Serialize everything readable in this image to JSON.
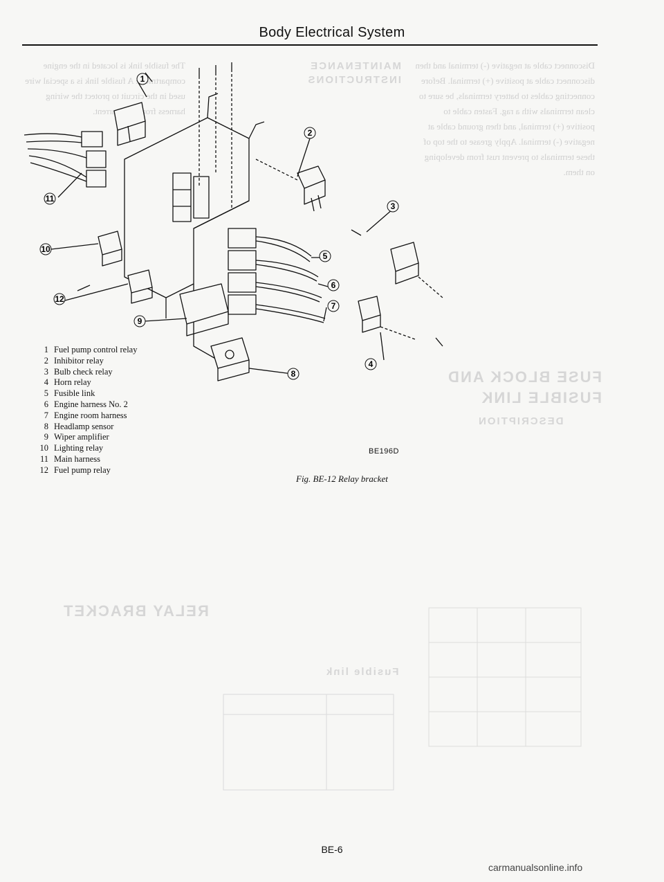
{
  "page": {
    "header": "Body Electrical System",
    "page_number": "BE-6",
    "watermark": "carmanualsonline.info"
  },
  "figure": {
    "id": "BE196D",
    "caption": "Fig. BE-12 Relay bracket",
    "callouts": [
      "1",
      "2",
      "3",
      "4",
      "5",
      "6",
      "7",
      "8",
      "9",
      "10",
      "11",
      "12"
    ],
    "legend": [
      {
        "num": "1",
        "label": "Fuel pump control relay"
      },
      {
        "num": "2",
        "label": "Inhibitor relay"
      },
      {
        "num": "3",
        "label": "Bulb check relay"
      },
      {
        "num": "4",
        "label": "Horn relay"
      },
      {
        "num": "5",
        "label": "Fusible link"
      },
      {
        "num": "6",
        "label": "Engine harness No. 2"
      },
      {
        "num": "7",
        "label": "Engine room harness"
      },
      {
        "num": "8",
        "label": "Headlamp sensor"
      },
      {
        "num": "9",
        "label": "Wiper amplifier"
      },
      {
        "num": "10",
        "label": "Lighting relay"
      },
      {
        "num": "11",
        "label": "Main harness"
      },
      {
        "num": "12",
        "label": "Fuel pump relay"
      }
    ]
  },
  "bleed_through": {
    "headings": [
      "MAINTENANCE INSTRUCTIONS",
      "FUSE BLOCK AND FUSIBLE LINK",
      "DESCRIPTION",
      "RELAY BRACKET",
      "Fusible link"
    ],
    "left_text": "The fusible link is located in the engine compartment. A fusible link is a special wire used in the circuit to protect the wiring harness from overcurrent.",
    "right_text": "Disconnect cable at negative (-) terminal and then disconnect cable at positive (+) terminal. Before connecting cables to battery terminals, be sure to clean terminals with a rag. Fasten cable to positive (+) terminal, and then ground cable at negative (-) terminal. Apply grease to the top of these terminals to prevent rust from developing on them."
  }
}
